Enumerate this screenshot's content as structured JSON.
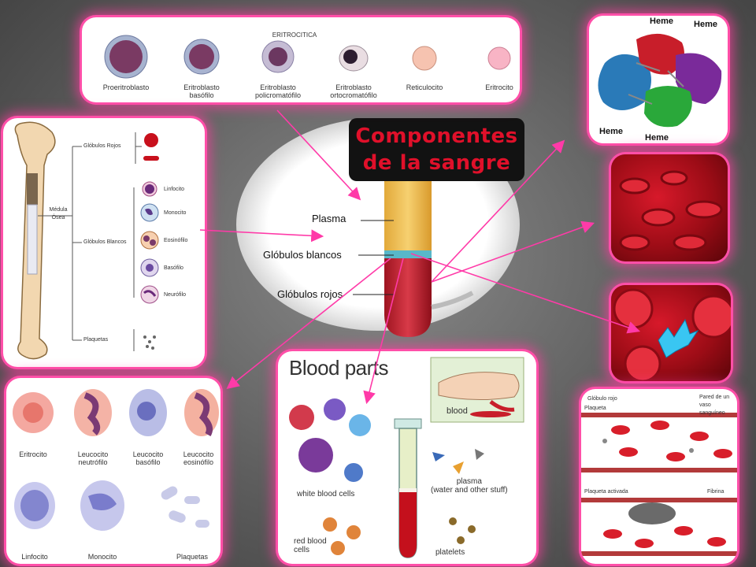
{
  "title": [
    "Componentes",
    "de la sangre"
  ],
  "erythro_panel": {
    "header": "ERITROCITICA",
    "stages": [
      "Proeritroblasto",
      "Eritroblasto\nbasófilo",
      "Eritroblasto\npolicromatófilo",
      "Eritroblasto\nortocromatófilo",
      "Reticulocito",
      "Eritrocito"
    ]
  },
  "bone_panel": {
    "marrow_label": "Médula\nÓsea",
    "groups": [
      "Glóbulos Rojos",
      "Glóbulos Blancos",
      "Plaquetas"
    ],
    "white_cells": [
      "Linfocito",
      "Monocito",
      "Eosinófilo",
      "Basófilo",
      "Neurófilo"
    ]
  },
  "tube": {
    "labels": [
      "Plasma",
      "Glóbulos blancos",
      "Glóbulos rojos"
    ]
  },
  "hemoglobin_panel": {
    "labels": [
      "Heme",
      "Heme",
      "Heme",
      "Heme"
    ]
  },
  "cells_panel": {
    "cells": [
      "Eritrocito",
      "Leucocito\nneutrófilo",
      "Leucocito\nbasófilo",
      "Leucocito\neosinófilo",
      "Linfocito",
      "Monocito",
      "Plaquetas"
    ]
  },
  "blood_parts_panel": {
    "title": "Blood parts",
    "labels": [
      "blood",
      "white blood cells",
      "plasma\n(water and other stuff)",
      "red blood\ncells",
      "platelets"
    ]
  },
  "vessel_panel": {
    "labels": [
      "Glóbulo rojo",
      "Plaqueta",
      "Pared de un vaso sanguíneo",
      "Plaqueta activada",
      "Fibrina"
    ]
  },
  "colors": {
    "accent": "#ff4fa8",
    "title_red": "#e0102a",
    "blood": "#b3101c",
    "plasma": "#f0c24a"
  }
}
